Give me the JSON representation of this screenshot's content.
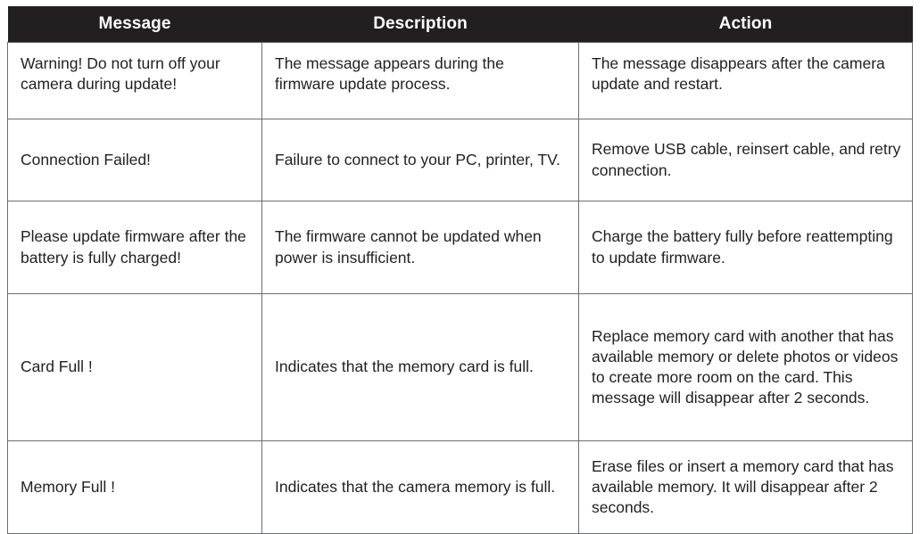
{
  "table": {
    "headers": {
      "message": "Message",
      "description": "Description",
      "action": "Action"
    },
    "header_bg": "#231f20",
    "header_text_color": "#ffffff",
    "border_color": "#6d6e71",
    "body_text_color": "#231f20",
    "rows": [
      {
        "message": "Warning! Do not turn off your camera during update!",
        "description": "The message appears during the firmware update process.",
        "action": "The message disappears after the camera update and restart."
      },
      {
        "message": "Connection Failed!",
        "description": "Failure to connect to your PC, printer, TV.",
        "action": "Remove USB cable, reinsert cable, and retry connection."
      },
      {
        "message": "Please update firmware after the battery is fully charged!",
        "description": "The firmware cannot be updated when power is insufficient.",
        "action": "Charge the battery fully before reattempting to update firmware."
      },
      {
        "message": "Card Full !",
        "description": "Indicates that the memory card is full.",
        "action": "Replace memory card with another that has available memory or delete photos or videos to create more room on the card. This message will disappear after 2 seconds."
      },
      {
        "message": "Memory Full !",
        "description": "Indicates that the camera memory is full.",
        "action": "Erase files or insert a memory card that has available memory. It will disappear after 2 seconds."
      }
    ]
  }
}
